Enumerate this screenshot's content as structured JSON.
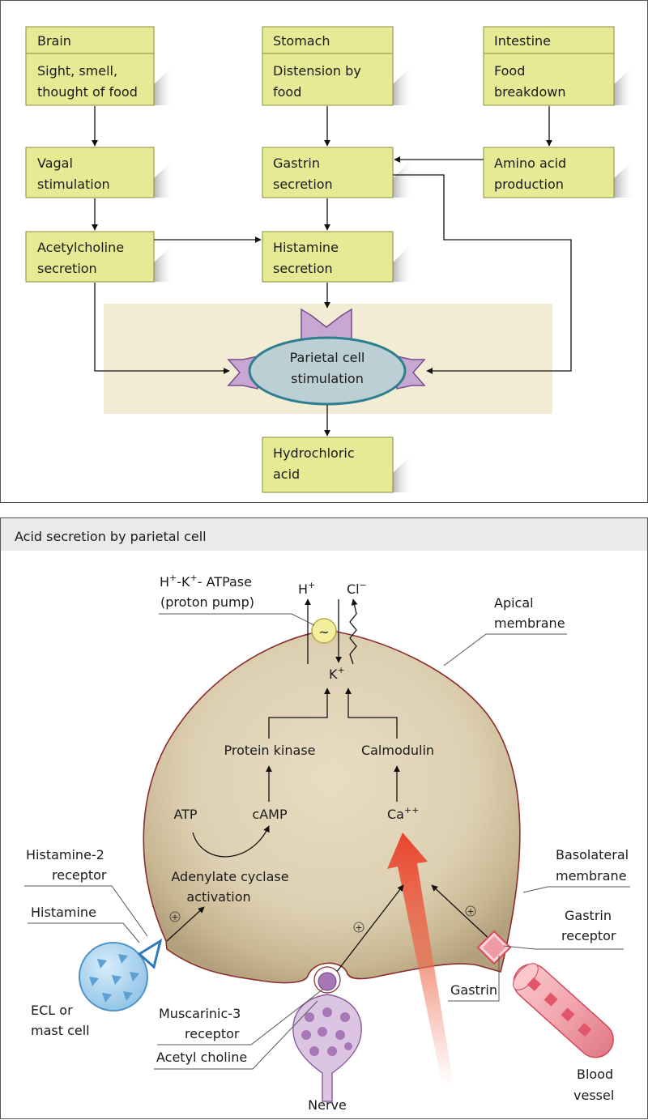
{
  "flow": {
    "brain": {
      "title": "Brain",
      "line1": "Sight, smell,",
      "line2": "thought of food"
    },
    "stomach": {
      "title": "Stomach",
      "line1": "Distension by",
      "line2": "food"
    },
    "intestine": {
      "title": "Intestine",
      "line1": "Food",
      "line2": "breakdown"
    },
    "vagal": {
      "line1": "Vagal",
      "line2": "stimulation"
    },
    "gastrin": {
      "line1": "Gastrin",
      "line2": "secretion"
    },
    "amino": {
      "line1": "Amino acid",
      "line2": "production"
    },
    "acetylcholine": {
      "line1": "Acetylcholine",
      "line2": "secretion"
    },
    "histamine": {
      "line1": "Histamine",
      "line2": "secretion"
    },
    "parietal": {
      "line1": "Parietal cell",
      "line2": "stimulation"
    },
    "hcl": {
      "line1": "Hydrochloric",
      "line2": "acid"
    }
  },
  "cell": {
    "header": "Acid secretion by parietal cell",
    "pump_line1_parts": [
      "H",
      "+",
      "-K",
      "+",
      "- ATPase"
    ],
    "pump_line2": "(proton pump)",
    "h_ion": [
      "H",
      "+"
    ],
    "cl_ion": [
      "Cl",
      "−"
    ],
    "k_ion": [
      "K",
      "+"
    ],
    "pump_symbol": "~",
    "apical": [
      "Apical",
      "membrane"
    ],
    "basolateral": [
      "Basolateral",
      "membrane"
    ],
    "protein_kinase": "Protein kinase",
    "calmodulin": "Calmodulin",
    "atp": "ATP",
    "camp": "cAMP",
    "ca": [
      "Ca",
      "++"
    ],
    "adenylate": [
      "Adenylate cyclase",
      "activation"
    ],
    "h2_receptor": [
      "Histamine-2",
      "receptor"
    ],
    "histamine": "Histamine",
    "ecl": [
      "ECL or",
      "mast cell"
    ],
    "muscarinic": [
      "Muscarinic-3",
      "receptor"
    ],
    "acetyl_choline": "Acetyl choline",
    "nerve": "Nerve",
    "gastrin_receptor": [
      "Gastrin",
      "receptor"
    ],
    "gastrin": "Gastrin",
    "blood_vessel": [
      "Blood",
      "vessel"
    ],
    "plus_sign": "+"
  },
  "colors": {
    "box_fill": "#e6ea94",
    "box_border": "#8a8c3e",
    "panel_bg": "#f3ecd4",
    "ellipse_fill": "#bccfd4",
    "ellipse_border": "#2d7f8f",
    "receptor_fill": "#c7a8d2",
    "receptor_border": "#7a4b8c",
    "cell_fill": "#bfae8c",
    "cell_border": "#8b2c2e",
    "header_bg": "#eaeaea"
  }
}
